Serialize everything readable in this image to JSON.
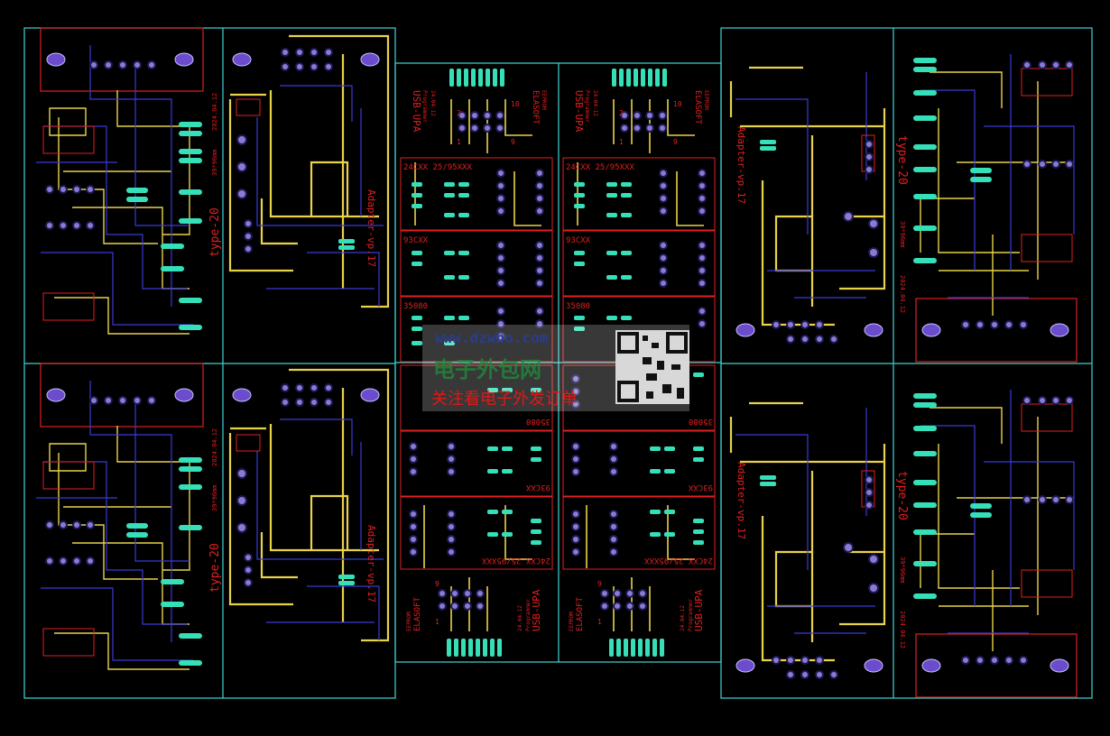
{
  "colors": {
    "background": "#000000",
    "outline": "#3fd4d4",
    "silk": "#e02020",
    "trace_top": "#e8d24a",
    "trace_bottom": "#3a3ad8",
    "smd_pad": "#35e0b8",
    "pad_ring": "#8a7ad0",
    "pad_hole": "#1c1a55",
    "oval_pad": "#6a4ccc",
    "watermark_blue": "#2b3d8a",
    "watermark_red": "#e01818",
    "watermark_green": "#1f8a3a"
  },
  "labels": {
    "type20": "type-20",
    "type20_size": "39*96mm",
    "type20_date": "2024.04.12",
    "adapter": "Adapter-vp.17",
    "usb_upa": "USB-UPA",
    "programmer": "Programmer",
    "upa_date": "24.04.12",
    "elasoft": "ELASOFT",
    "eeprom": "EEPROM",
    "pin2": "2",
    "pin10": "10",
    "pin1": "1",
    "pin9": "9",
    "sec_24cxx": "24CXX  25/95XXX",
    "sec_93cxx": "93CXX",
    "sec_35080": "35080"
  },
  "watermark": {
    "url": "www.dzwbo.com",
    "brand": "电子外包网",
    "slogan": "关注看电子外发订单"
  }
}
